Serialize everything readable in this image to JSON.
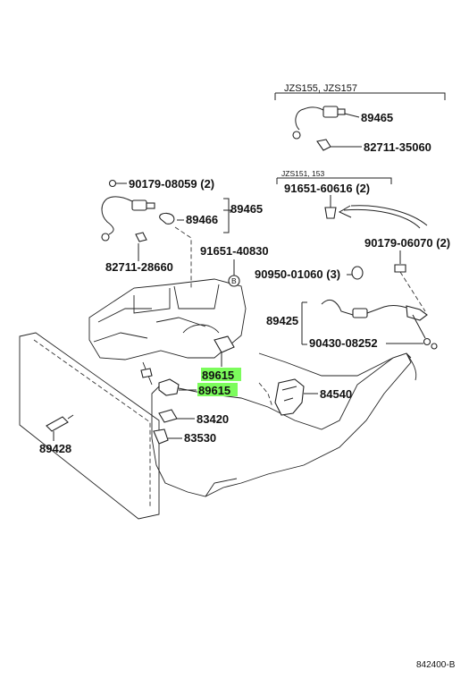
{
  "groups": {
    "jzs155": "JZS155, JZS157",
    "jzs151": "JZS151, 153"
  },
  "labels": {
    "l89465a": "89465",
    "l82711_35060": "82711-35060",
    "l91651_60616": "91651-60616 (2)",
    "l90179_08059": "90179-08059 (2)",
    "l89465b": "89465",
    "l89466": "89466",
    "l90179_06070": "90179-06070 (2)",
    "l82711_28660": "82711-28660",
    "l91651_40830": "91651-40830",
    "l90950_01060": "90950-01060 (3)",
    "l89425": "89425",
    "l90430_08252": "90430-08252",
    "l89615a": "89615",
    "l89615b": "89615",
    "l84540": "84540",
    "l83420": "83420",
    "l89428": "89428",
    "l83530": "83530",
    "ref_b": "B"
  },
  "code": "842400-B",
  "colors": {
    "highlight": "#7CFC5C",
    "line": "#222222"
  }
}
